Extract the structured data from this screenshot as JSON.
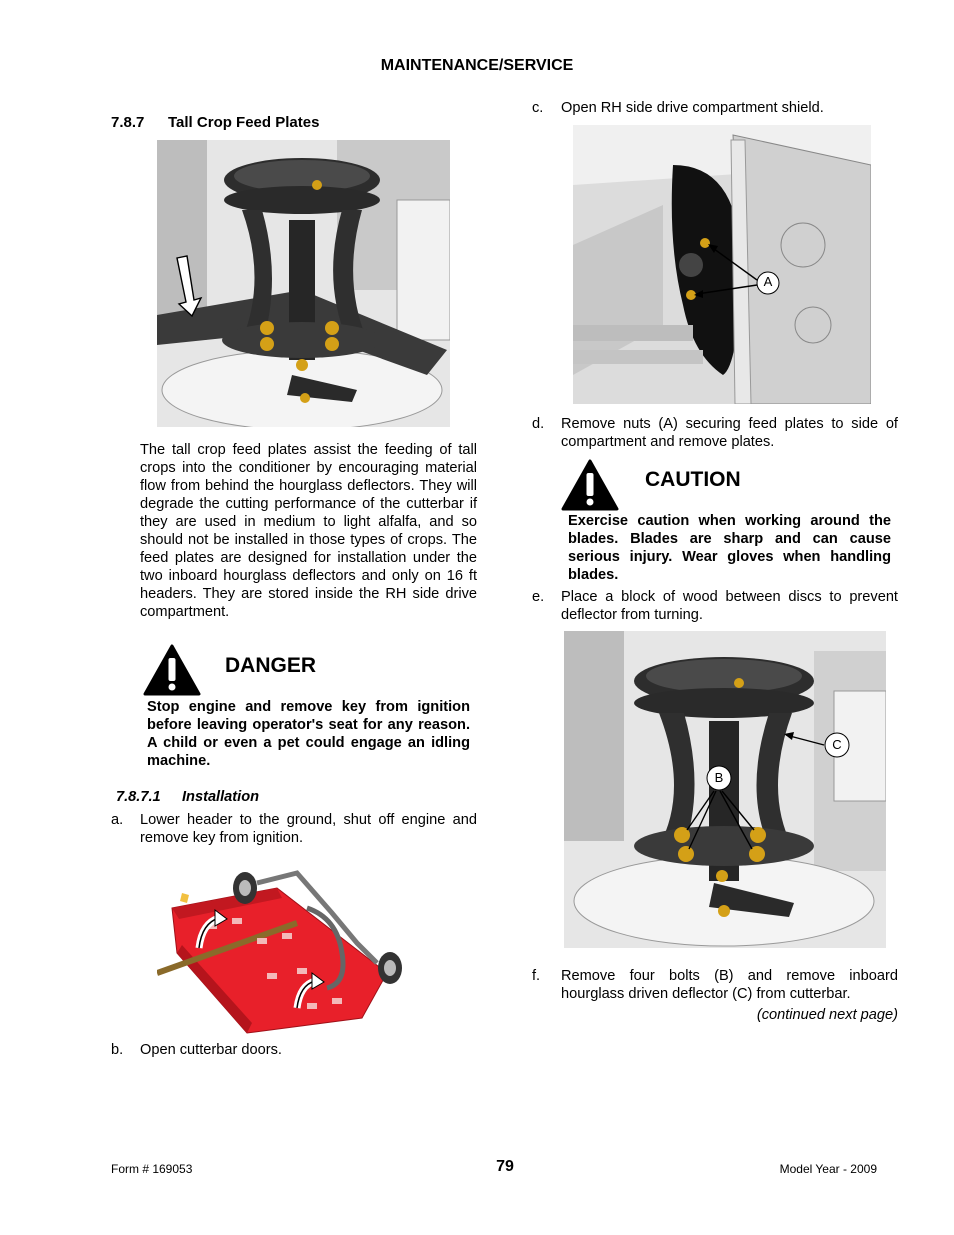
{
  "header": {
    "title": "MAINTENANCE/SERVICE"
  },
  "section": {
    "number": "7.8.7",
    "title": "Tall Crop Feed Plates"
  },
  "intro_paragraph": "The tall crop feed plates assist the feeding of tall crops into the conditioner by encouraging material flow from behind the hourglass deflectors. They will degrade the cutting performance of the cutterbar if they are used in medium to light alfalfa, and so should not be installed in those types of crops. The feed plates are designed for installation under the two inboard hourglass deflectors and only on 16 ft headers. They are stored inside the RH side drive compartment.",
  "danger": {
    "label": "DANGER",
    "message": "Stop engine and remove key from ignition before leaving operator's seat for any reason. A child or even a pet could engage an idling machine.",
    "icon": "exclamation-triangle-icon"
  },
  "subsection": {
    "number": "7.8.7.1",
    "title": "Installation"
  },
  "steps": {
    "a": {
      "letter": "a.",
      "text": "Lower header to the ground, shut off engine and remove key from ignition."
    },
    "b": {
      "letter": "b.",
      "text": "Open cutterbar doors."
    },
    "c": {
      "letter": "c.",
      "text": "Open RH side drive compartment shield."
    },
    "d": {
      "letter": "d.",
      "text": "Remove nuts (A) securing feed plates to side of compartment and remove plates."
    },
    "e": {
      "letter": "e.",
      "text": "Place a block of wood between discs to prevent deflector from turning."
    },
    "f": {
      "letter": "f.",
      "text": "Remove four bolts (B) and remove inboard hourglass driven deflector (C) from cutterbar."
    }
  },
  "caution": {
    "label": "CAUTION",
    "message": "Exercise caution when working around the blades. Blades are sharp and can cause serious injury. Wear gloves when handling blades.",
    "icon": "exclamation-triangle-icon"
  },
  "callouts": {
    "a": "A",
    "b": "B",
    "c": "C"
  },
  "continued": "(continued next page)",
  "footer": {
    "form": "Form # 169053",
    "page": "79",
    "model_year": "Model Year - 2009"
  },
  "colors": {
    "header_red": "#e8202a",
    "bolt_gold": "#d4a017",
    "steel_dark": "#2a2a2a",
    "panel_gray": "#d9d9d9"
  }
}
